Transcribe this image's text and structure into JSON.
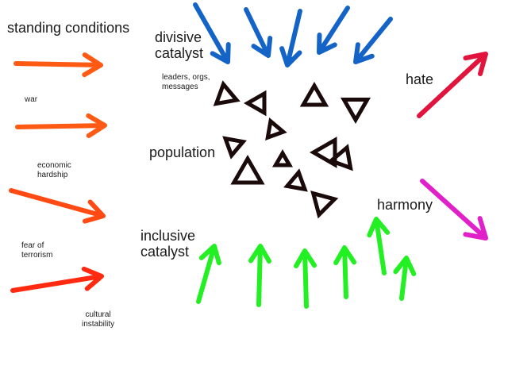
{
  "labels": {
    "standing_conditions": "standing conditions",
    "divisive_catalyst": "divisive\ncatalyst",
    "divisive_examples": "leaders, orgs,\nmessages",
    "population": "population",
    "inclusive_catalyst": "inclusive\ncatalyst",
    "hate": "hate",
    "harmony": "harmony"
  },
  "conditions": [
    {
      "label": "war"
    },
    {
      "label": "economic\nhardship"
    },
    {
      "label": "fear of\nterrorism"
    },
    {
      "label": "cultural\ninstability"
    }
  ],
  "colors": {
    "condition_arrows": [
      "#ff5a14",
      "#ff5a14",
      "#ff4a14",
      "#ff2a10"
    ],
    "divisive": "#1464c8",
    "inclusive": "#22f022",
    "hate": "#e0143c",
    "harmony": "#e020c8",
    "population": "#1a0a0a"
  }
}
